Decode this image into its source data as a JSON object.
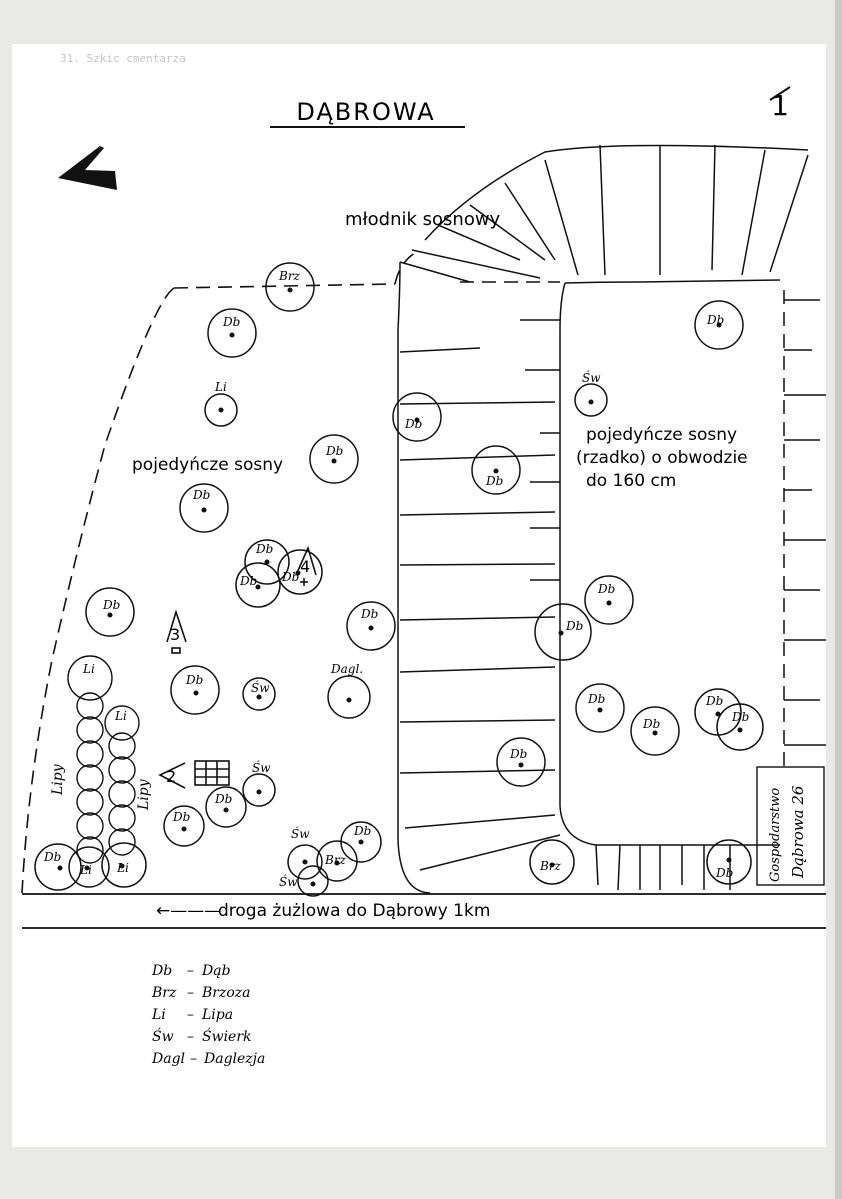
{
  "header_note": "31. Szkic cmentarza",
  "title": "DĄBROWA",
  "page_number": "1",
  "north_label": "N",
  "labels": {
    "mlodnik": "młodnik sosnowy",
    "pojedyncze_left": "pojedyńcze sosny",
    "pojedyncze_right_1": "pojedyńcze sosny",
    "pojedyncze_right_2": "(rzadko) o obwodzie",
    "pojedyncze_right_3": "do 160 cm",
    "lipy_1": "Lipy",
    "lipy_2": "Lipy",
    "road": "droga żużlowa do Dąbrowy 1km",
    "road_arrow": "←———",
    "farm_1": "Gospodarstwo",
    "farm_2": "Dąbrowa 26"
  },
  "grave_numbers": [
    "4",
    "3",
    "2"
  ],
  "tree_labels": {
    "db": "Db",
    "brz": "Brz",
    "li": "Li",
    "sw": "Św",
    "dagl": "Dagl."
  },
  "legend": [
    {
      "abbr": "Db",
      "sep": "–",
      "name": "Dąb"
    },
    {
      "abbr": "Brz",
      "sep": "–",
      "name": "Brzoza"
    },
    {
      "abbr": "Li",
      "sep": "–",
      "name": "Lipa"
    },
    {
      "abbr": "Św",
      "sep": "–",
      "name": "Świerk"
    },
    {
      "abbr": "Dagl",
      "sep": "–",
      "name": "Daglezja"
    }
  ]
}
